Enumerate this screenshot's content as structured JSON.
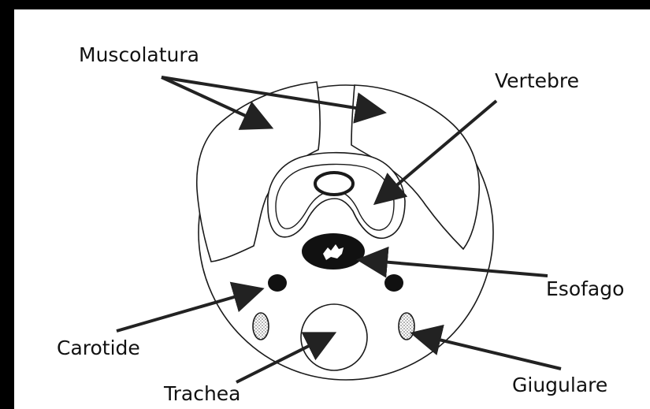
{
  "labels": {
    "muscolatura": "Muscolatura",
    "vertebre": "Vertebre",
    "esofago": "Esofago",
    "carotide": "Carotide",
    "trachea": "Trachea",
    "giugulare": "Giugulare"
  },
  "colors": {
    "background": "#000000",
    "panel": "#ffffff",
    "line": "#1a1a1a",
    "arrow": "#222222"
  }
}
